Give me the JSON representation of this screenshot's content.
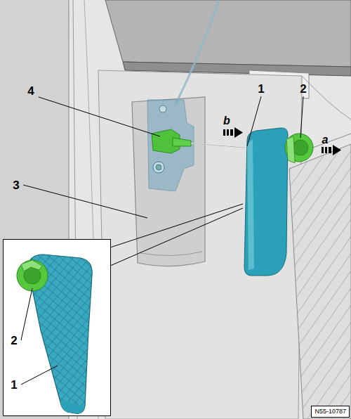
{
  "diagram": {
    "nodes": [
      {
        "text": [
          "N55-10787"
        ]
      }
    ],
    "labels": [
      "1",
      "2",
      "4",
      "b",
      "a",
      "3",
      "2",
      "1"
    ]
  }
}
